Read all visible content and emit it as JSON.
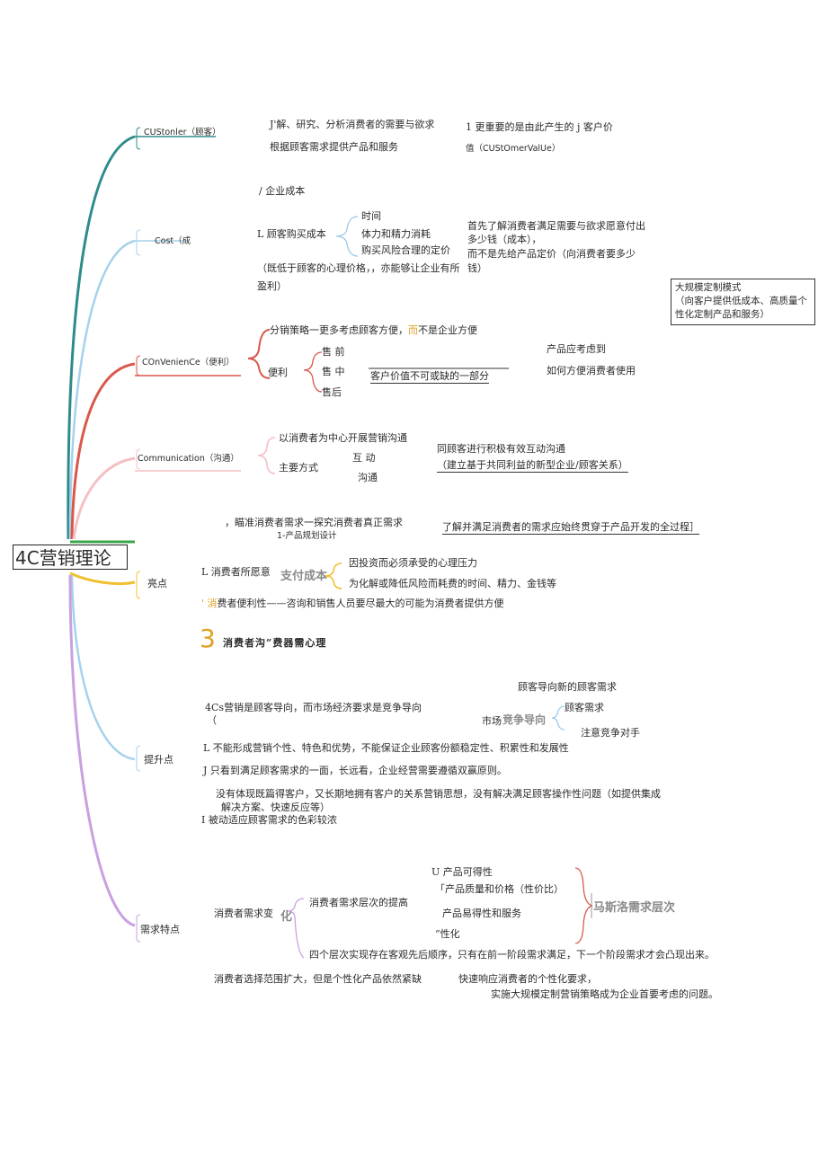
{
  "root": "4C营销理论",
  "colors": {
    "teal": "#2e8b8b",
    "lightblue": "#9ccbe8",
    "red": "#d9584a",
    "pink": "#f4c0c4",
    "green": "#3aa64a",
    "yellow": "#f0c030",
    "purple": "#c9a0e0",
    "accent": "#e0a020"
  },
  "branches": {
    "customer": {
      "label": "CUStonler（顾客）",
      "lines": [
        "J'解、研究、分析消费者的需要与欲求",
        "根据顾客需求提供产品和服务"
      ],
      "note1": "1 更重要的是由此产生的 j 客户价",
      "note2": "值（CUStOmerValUe）"
    },
    "cost": {
      "label": "Cost（成",
      "top": "/ 企业成本",
      "buy": "L 顾客购买成本",
      "items": [
        "时间",
        "体力和精力消耗",
        "购买风险合理的定价"
      ],
      "paren1": "（既低于顾客的心理价格，，亦能够让企业有所",
      "paren2": "盈利）",
      "right1": "首先了解消费者满足需要与欲求愿意付出",
      "right2": "多少钱（成本），",
      "right3": "而不是先给产品定价（向消费者要多少",
      "right4": "钱）"
    },
    "box": [
      "大规模定制模式",
      "（向客户提供低成本、高质量个",
      "性化定制产品和服务）"
    ],
    "convenience": {
      "label": "COnVenienCe（便利）",
      "strategy": "分销策略一更多考虑顾客方便，",
      "strategy_hl": "而",
      "strategy_end": "不是企业方便",
      "benefit": "便利",
      "phases": [
        "售  前",
        "售  中",
        "售后"
      ],
      "mid": "客户价值不可或缺的一部分",
      "right1": "产品应考虑到",
      "right2": "如何方便消费者使用"
    },
    "communication": {
      "label": "Communication（沟通）",
      "line1": "以消费者为中心开展营销沟通",
      "main": "主要方式",
      "m1": "互  动",
      "m2": "沟通",
      "right1": "同顾客进行积极有效互动沟通",
      "right2": "（建立基于共同利益的新型企业/顾客关系）"
    },
    "aim": {
      "line1": "，瞄准消费者需求一探究消费者真正需求",
      "line2": "1-产品规划设计",
      "right": "了解并满足消费者的需求应始终贯穿于产品开发的全过程］"
    },
    "highlight": {
      "label": "亮点",
      "willing": "L 消费者所愿意",
      "stamp": "支付成本",
      "r1": "因投资而必须承受的心理压力",
      "r2": "为化解或降低风险而耗费的时间、精力、金钱等",
      "conv_mark": "'",
      "conv_hl": "消",
      "conv_rest": "费者便利性——咨询和销售人员要尽最大的可能为消费者提供方便",
      "big3": "3",
      "comm": "消费者沟”费器需心理"
    },
    "improve": {
      "label": "提升点",
      "top": "顾客导向新的顾客需求",
      "line1": "4Cs营销是顾客导向，而市场经济要求是竞争导向",
      "paren": "（",
      "market": "市场",
      "stamp": "竞争导向",
      "r1": "顾客需求",
      "r2": "注意竞争对手",
      "p1": "L 不能形成营销个性、特色和优势，不能保证企业顾客份额稳定性、积累性和发展性",
      "p2": "J 只看到满足顾客需求的一面，长远看，企业经营需要遵循双赢原则。",
      "p3a": "没有体现既篇得客户，又长期地拥有客户的关系营销思想，没有解决满足顾客操作性问题（如提供集成",
      "p3b": "解决方案、快速反应等）",
      "p4": "I 被动适应顾客需求的色彩较浓"
    },
    "demand": {
      "label": "需求特点",
      "change": "消费者需求变",
      "hua": "化",
      "raise": "消费者需求层次的提高",
      "levels": [
        "U 产品可得性",
        "「产品质量和价格（性价比）",
        "产品易得性和服务",
        "“性化"
      ],
      "maslow": "马斯洛需求层次",
      "four": "四个层次实现存在客观先后顺序，只有在前一阶段需求满足，下一个阶段需求才会凸现出来。",
      "choice": "消费者选择范围扩大，但是个性化产品依然紧缺",
      "fast1": "快速响应消费者的个性化要求，",
      "fast2": "实施大规模定制营销策略成为企业首要考虑的问题。"
    }
  }
}
